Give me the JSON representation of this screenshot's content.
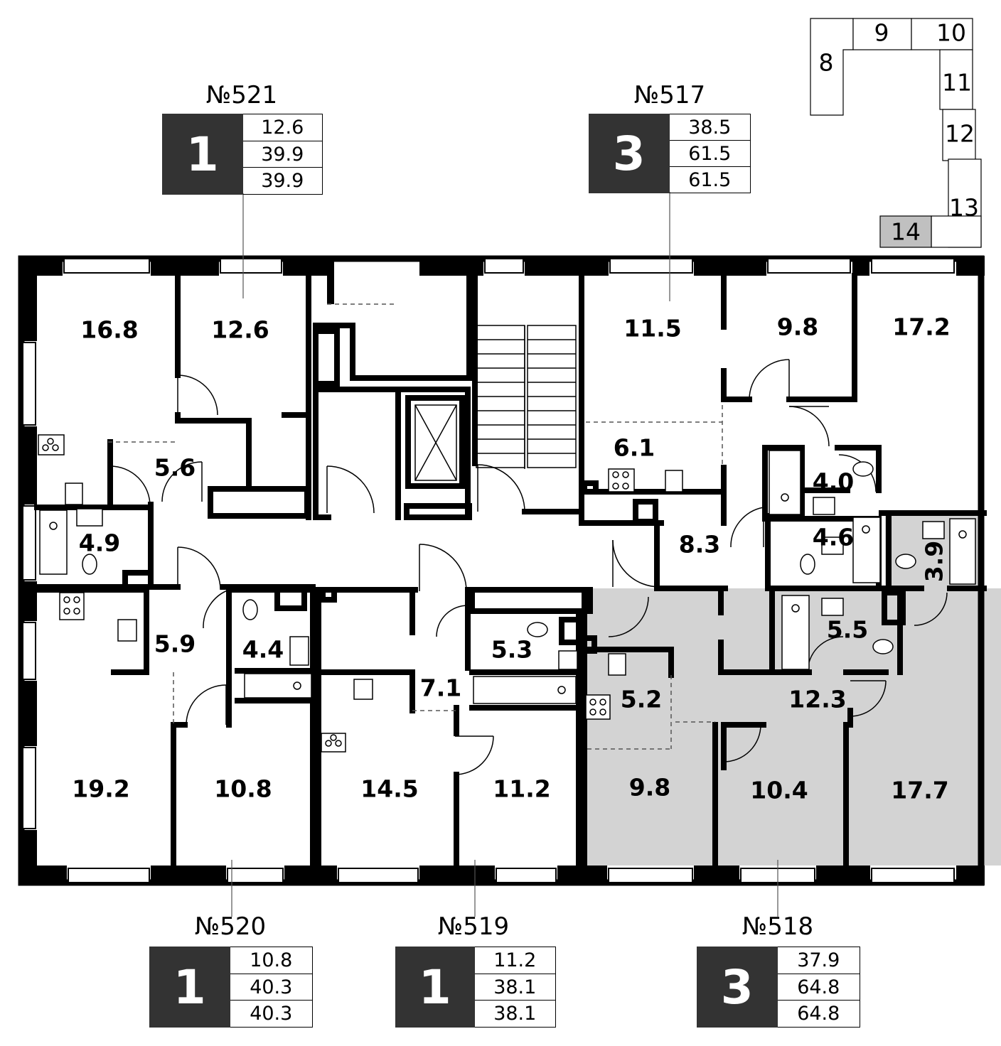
{
  "apartments": {
    "a521": {
      "number": "№521",
      "rooms": "1",
      "areas": [
        "12.6",
        "39.9",
        "39.9"
      ]
    },
    "a517": {
      "number": "№517",
      "rooms": "3",
      "areas": [
        "38.5",
        "61.5",
        "61.5"
      ]
    },
    "a520": {
      "number": "№520",
      "rooms": "1",
      "areas": [
        "10.8",
        "40.3",
        "40.3"
      ]
    },
    "a519": {
      "number": "№519",
      "rooms": "1",
      "areas": [
        "11.2",
        "38.1",
        "38.1"
      ]
    },
    "a518": {
      "number": "№518",
      "rooms": "3",
      "areas": [
        "37.9",
        "64.8",
        "64.8"
      ]
    }
  },
  "rooms": {
    "r16_8": "16.8",
    "r12_6": "12.6",
    "r5_6": "5.6",
    "r4_9": "4.9",
    "r11_5": "11.5",
    "r9_8_top": "9.8",
    "r17_2": "17.2",
    "r6_1": "6.1",
    "r4_0": "4.0",
    "r8_3": "8.3",
    "r4_6": "4.6",
    "r3_9": "3.9",
    "r5_9": "5.9",
    "r4_4": "4.4",
    "r5_3": "5.3",
    "r7_1": "7.1",
    "r5_2": "5.2",
    "r5_5": "5.5",
    "r12_3": "12.3",
    "r19_2": "19.2",
    "r10_8": "10.8",
    "r14_5": "14.5",
    "r11_2": "11.2",
    "r9_8_bot": "9.8",
    "r10_4": "10.4",
    "r17_7": "17.7"
  },
  "key_plan": {
    "sections": [
      "8",
      "9",
      "10",
      "11",
      "12",
      "13",
      "14"
    ],
    "highlighted": "14"
  },
  "colors": {
    "wall": "#000000",
    "highlight": "#d3d3d3",
    "card_dark": "#333333",
    "key_highlight": "#c0c0c0"
  }
}
